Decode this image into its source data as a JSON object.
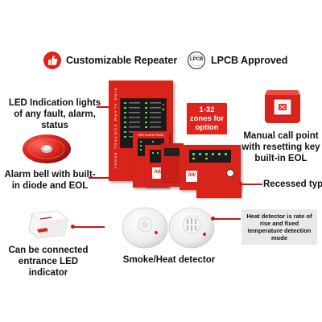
{
  "header": {
    "badge_left": {
      "label": "Customizable Repeater",
      "icon": "thumbs-up-icon",
      "color": "#e0241c"
    },
    "badge_right": {
      "label": "LPCB Approved",
      "icon": "lpcb-logo",
      "logo_text": "LPCB"
    }
  },
  "features": {
    "led_indication": "LED Indication lights of any fault, alarm, status",
    "alarm_bell": "Alarm bell with built-in diode and EOL",
    "zones_callout": "1-32 zones for option",
    "manual_call_point": "Manual call point with resetting key built-in EOL",
    "recessed": "Recessed type",
    "entrance_led": "Can be connected entrance LED indicator",
    "smoke_heat": "Smoke/Heat detector",
    "heat_callout": "Heat detector is rate of rise and fixed temperature detection mode"
  },
  "products": {
    "panel_brand": "AW",
    "panel_side_text": "FIRE ALARM CONTROL PANEL",
    "panel_small_text": "FIRE ALARM PANEL"
  },
  "colors": {
    "accent_red": "#e0241c",
    "panel_red": "#d9241c",
    "callout_gray": "#e9e9e9"
  }
}
